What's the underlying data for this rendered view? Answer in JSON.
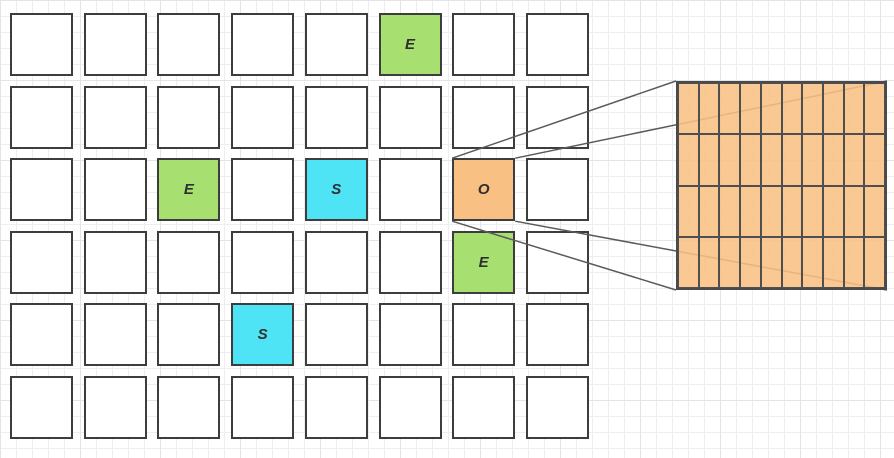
{
  "diagram": {
    "title": "grid-magnifier-diagram",
    "background": {
      "base_color": "#ffffff",
      "grid_minor_color": "#eeeef2",
      "grid_major_color": "#e3e3e9"
    },
    "main_grid": {
      "rows": 6,
      "cols": 8,
      "cell_fill": "#ffffff",
      "cell_border_color": "#3d3d3d",
      "label_color": "#2f2f2f",
      "labeled_cells": [
        {
          "row": 0,
          "col": 5,
          "label": "E",
          "fill": "#a7e070"
        },
        {
          "row": 2,
          "col": 2,
          "label": "E",
          "fill": "#a7e070"
        },
        {
          "row": 2,
          "col": 4,
          "label": "S",
          "fill": "#4fe4f5"
        },
        {
          "row": 2,
          "col": 6,
          "label": "O",
          "fill": "#f9c083"
        },
        {
          "row": 3,
          "col": 6,
          "label": "E",
          "fill": "#a7e070"
        },
        {
          "row": 4,
          "col": 3,
          "label": "S",
          "fill": "#4fe4f5"
        }
      ]
    },
    "magnifier": {
      "source_cell_label": "O",
      "rows": 4,
      "cols": 10,
      "fill_color": "#f9c083",
      "fill_opacity": 0.88,
      "border_color": "#4a4a4a",
      "inner_line_color": "#4f4f4f"
    },
    "connector": {
      "color": "#5a5a5a",
      "line_count": 4
    }
  }
}
